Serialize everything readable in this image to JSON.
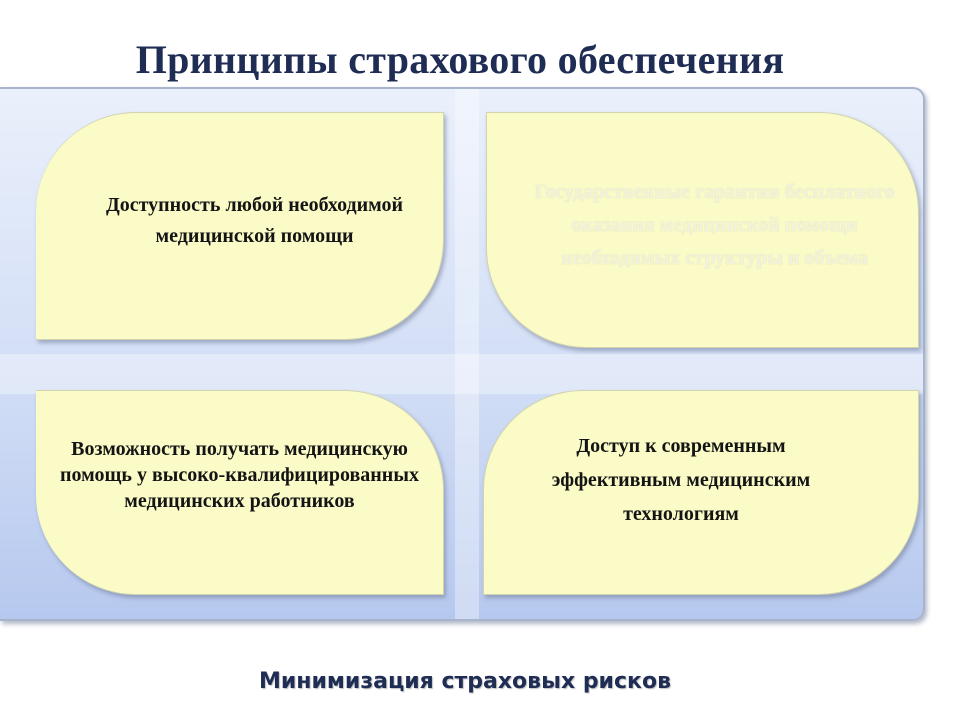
{
  "slide": {
    "title": "Принципы страхового обеспечения",
    "footer": "Минимизация страховых рисков"
  },
  "cards": {
    "top_left": "Доступность любой необходимой медицинской помощи",
    "top_right": "Государственные гарантии бесплатного оказания медицинской помощи необходимых структуры и объема",
    "bottom_left": "Возможность получать медицинскую помощь у высоко-квалифицированных медицинских работников",
    "bottom_right": "Доступ к современным эффективным медицинским технологиям"
  }
}
